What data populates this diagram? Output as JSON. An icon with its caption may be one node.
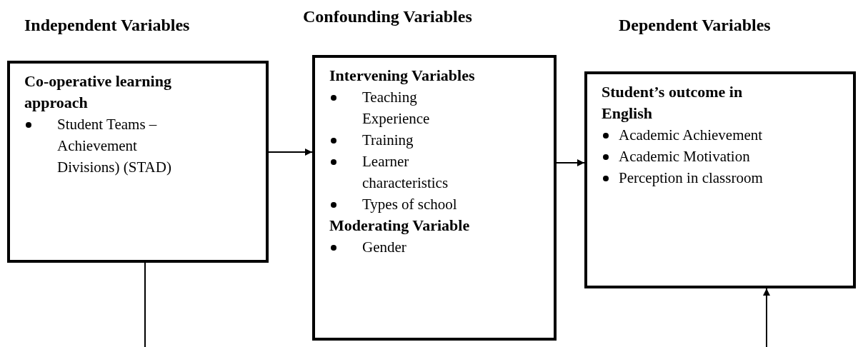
{
  "diagram": {
    "nodes": [
      {
        "text": [
          "Co-operative learning approach",
          "Student Teams – Achievement Divisions) (STAD)"
        ]
      },
      {
        "text": [
          "Intervening Variables",
          "Teaching Experience",
          "Training",
          "Learner characteristics",
          "Types of school",
          "Moderating Variable",
          "Gender"
        ]
      },
      {
        "text": [
          "Student’s outcome in English",
          "Academic Achievement",
          "Academic Motivation",
          "Perception in classroom"
        ]
      }
    ],
    "edges": [
      {
        "from": 0,
        "to": 1,
        "arrow": "to"
      },
      {
        "from": 1,
        "to": 2,
        "arrow": "to"
      },
      {
        "from": 0,
        "to": null,
        "arrow": "none"
      },
      {
        "from": null,
        "to": 2,
        "arrow": "to"
      }
    ],
    "labels": [
      "Independent Variables",
      "Confounding Variables",
      "Dependent Variables"
    ]
  }
}
